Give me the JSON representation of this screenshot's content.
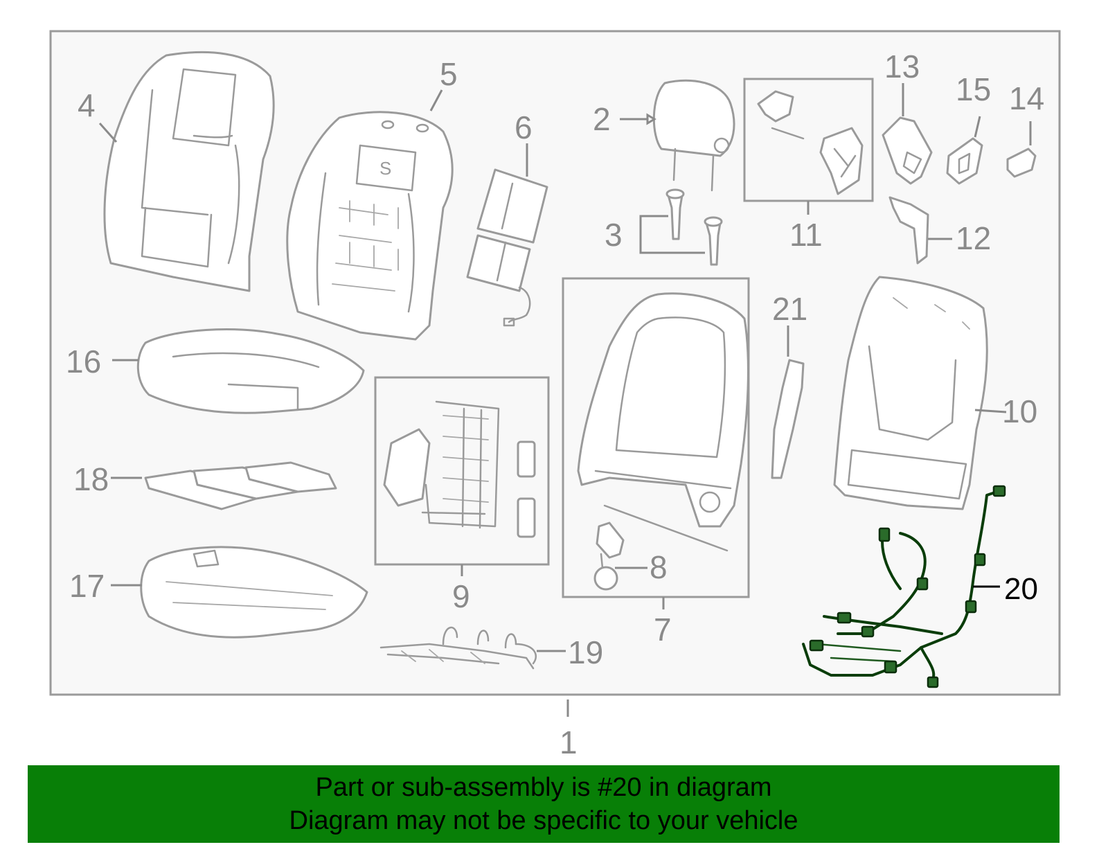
{
  "callouts": [
    {
      "id": "1",
      "label": "1"
    },
    {
      "id": "2",
      "label": "2"
    },
    {
      "id": "3",
      "label": "3"
    },
    {
      "id": "4",
      "label": "4"
    },
    {
      "id": "5",
      "label": "5"
    },
    {
      "id": "6",
      "label": "6"
    },
    {
      "id": "7",
      "label": "7"
    },
    {
      "id": "8",
      "label": "8"
    },
    {
      "id": "9",
      "label": "9"
    },
    {
      "id": "10",
      "label": "10"
    },
    {
      "id": "11",
      "label": "11"
    },
    {
      "id": "12",
      "label": "12"
    },
    {
      "id": "13",
      "label": "13"
    },
    {
      "id": "14",
      "label": "14"
    },
    {
      "id": "15",
      "label": "15"
    },
    {
      "id": "16",
      "label": "16"
    },
    {
      "id": "17",
      "label": "17"
    },
    {
      "id": "18",
      "label": "18"
    },
    {
      "id": "19",
      "label": "19"
    },
    {
      "id": "20",
      "label": "20"
    },
    {
      "id": "21",
      "label": "21"
    }
  ],
  "highlighted_part": "20",
  "colors": {
    "diagram_gray": "#9a9a9a",
    "highlight_part": "#0a3d0a",
    "banner_bg": "#087f07",
    "banner_text": "#000000"
  },
  "banner": {
    "line1": "Part or sub-assembly is #20 in diagram",
    "line2": "Diagram may not be specific to your vehicle"
  }
}
